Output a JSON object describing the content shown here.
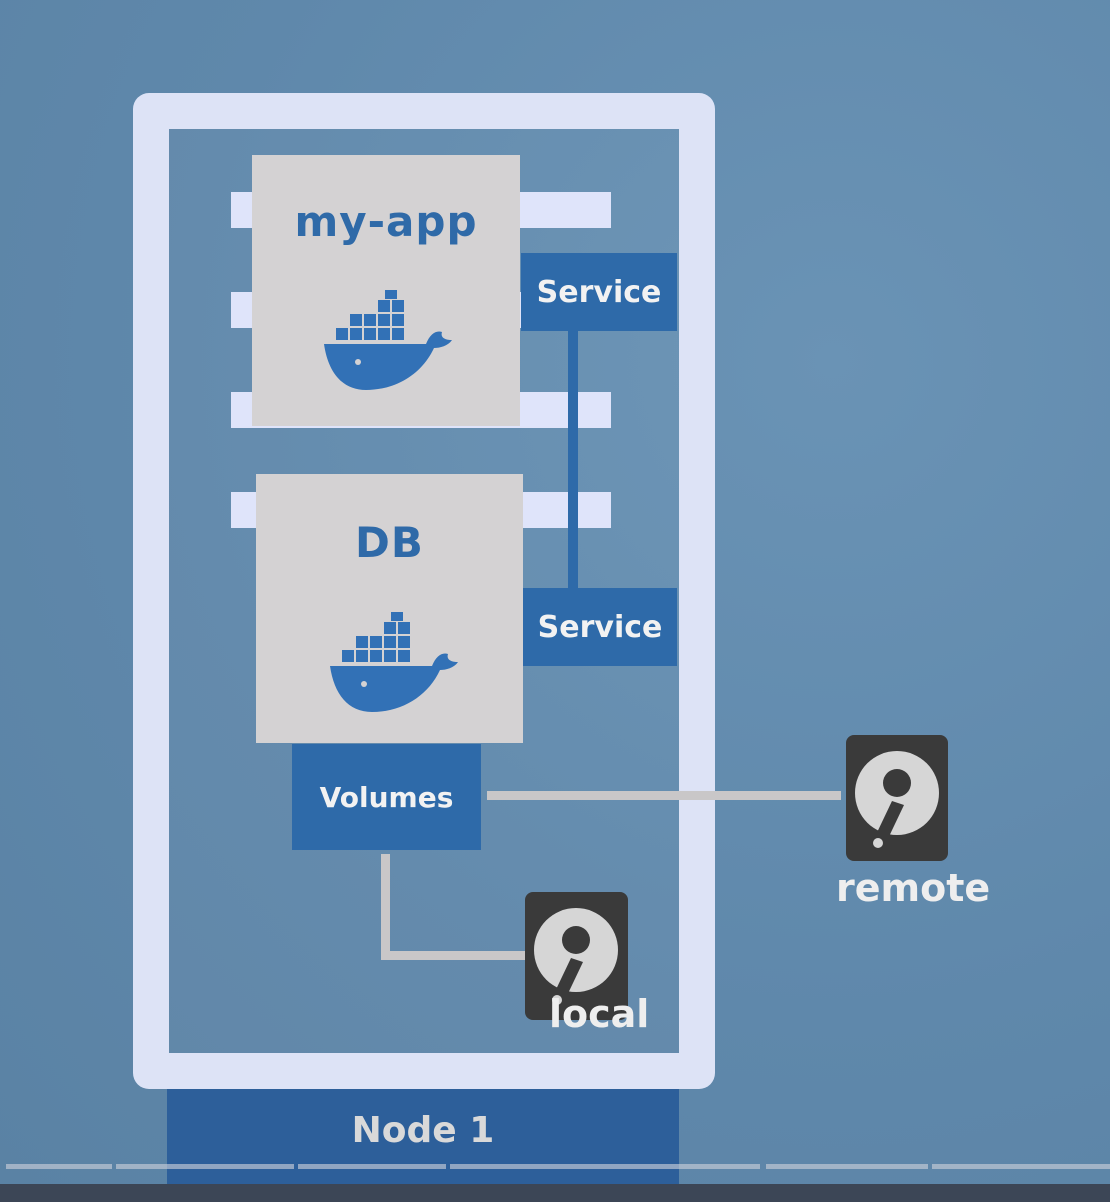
{
  "diagram": {
    "node": {
      "label": "Node 1"
    },
    "pods": [
      {
        "title": "my-app",
        "icon": "docker-whale-icon"
      },
      {
        "title": "DB",
        "icon": "docker-whale-icon"
      }
    ],
    "services": [
      {
        "label": "Service"
      },
      {
        "label": "Service"
      }
    ],
    "volumes": {
      "label": "Volumes"
    },
    "storage": {
      "remote": {
        "label": "remote",
        "icon": "hard-drive-icon"
      },
      "local": {
        "label": "local",
        "icon": "hard-drive-icon"
      }
    }
  },
  "colors": {
    "background": "#5f88ab",
    "node_frame": "#dde3f6",
    "pod_fill": "#d4d2d3",
    "accent_blue": "#2e6aa9",
    "node_label_fill": "#2d5f9a",
    "disk_dark": "#3a3a3a"
  }
}
